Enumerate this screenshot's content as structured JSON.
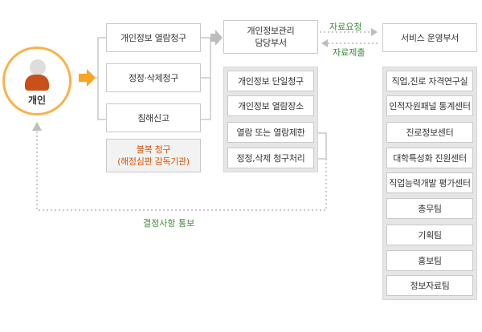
{
  "person": {
    "label": "개인"
  },
  "requests": [
    {
      "label": "개인정보 열람청구"
    },
    {
      "label": "정정·삭제청구"
    },
    {
      "label": "침해신고"
    }
  ],
  "objection": {
    "line1": "불복 청구",
    "line2": "(해정심판 감독기관)"
  },
  "department": {
    "line1": "개인정보관리",
    "line2": "담당부서"
  },
  "dept_tasks": [
    {
      "label": "개인정보 단일청구"
    },
    {
      "label": "개인정보 열람장소"
    },
    {
      "label": "열람 또는 열람제한"
    },
    {
      "label": "정정,삭제 청구처리"
    }
  ],
  "exchange": {
    "request_label": "자료요청",
    "submit_label": "자료제출"
  },
  "service": {
    "title": "서비스 운영부서"
  },
  "service_units": [
    {
      "label": "직업,진로 자격연구실"
    },
    {
      "label": "인적자원패널 통계센터"
    },
    {
      "label": "진로정보센터"
    },
    {
      "label": "대학특성화 진원센터"
    },
    {
      "label": "직업능력개발 평가센터"
    },
    {
      "label": "총무팀"
    },
    {
      "label": "기획팀"
    },
    {
      "label": "홍보팀"
    },
    {
      "label": "정보자료팀"
    }
  ],
  "feedback": {
    "label": "결정사항 통보"
  },
  "colors": {
    "orange": "#f5a623",
    "orange_dark": "#d5570d",
    "green": "#3c8a35",
    "gray_arrow": "#bdbdbd",
    "panel_gray": "#e6e6e6"
  }
}
